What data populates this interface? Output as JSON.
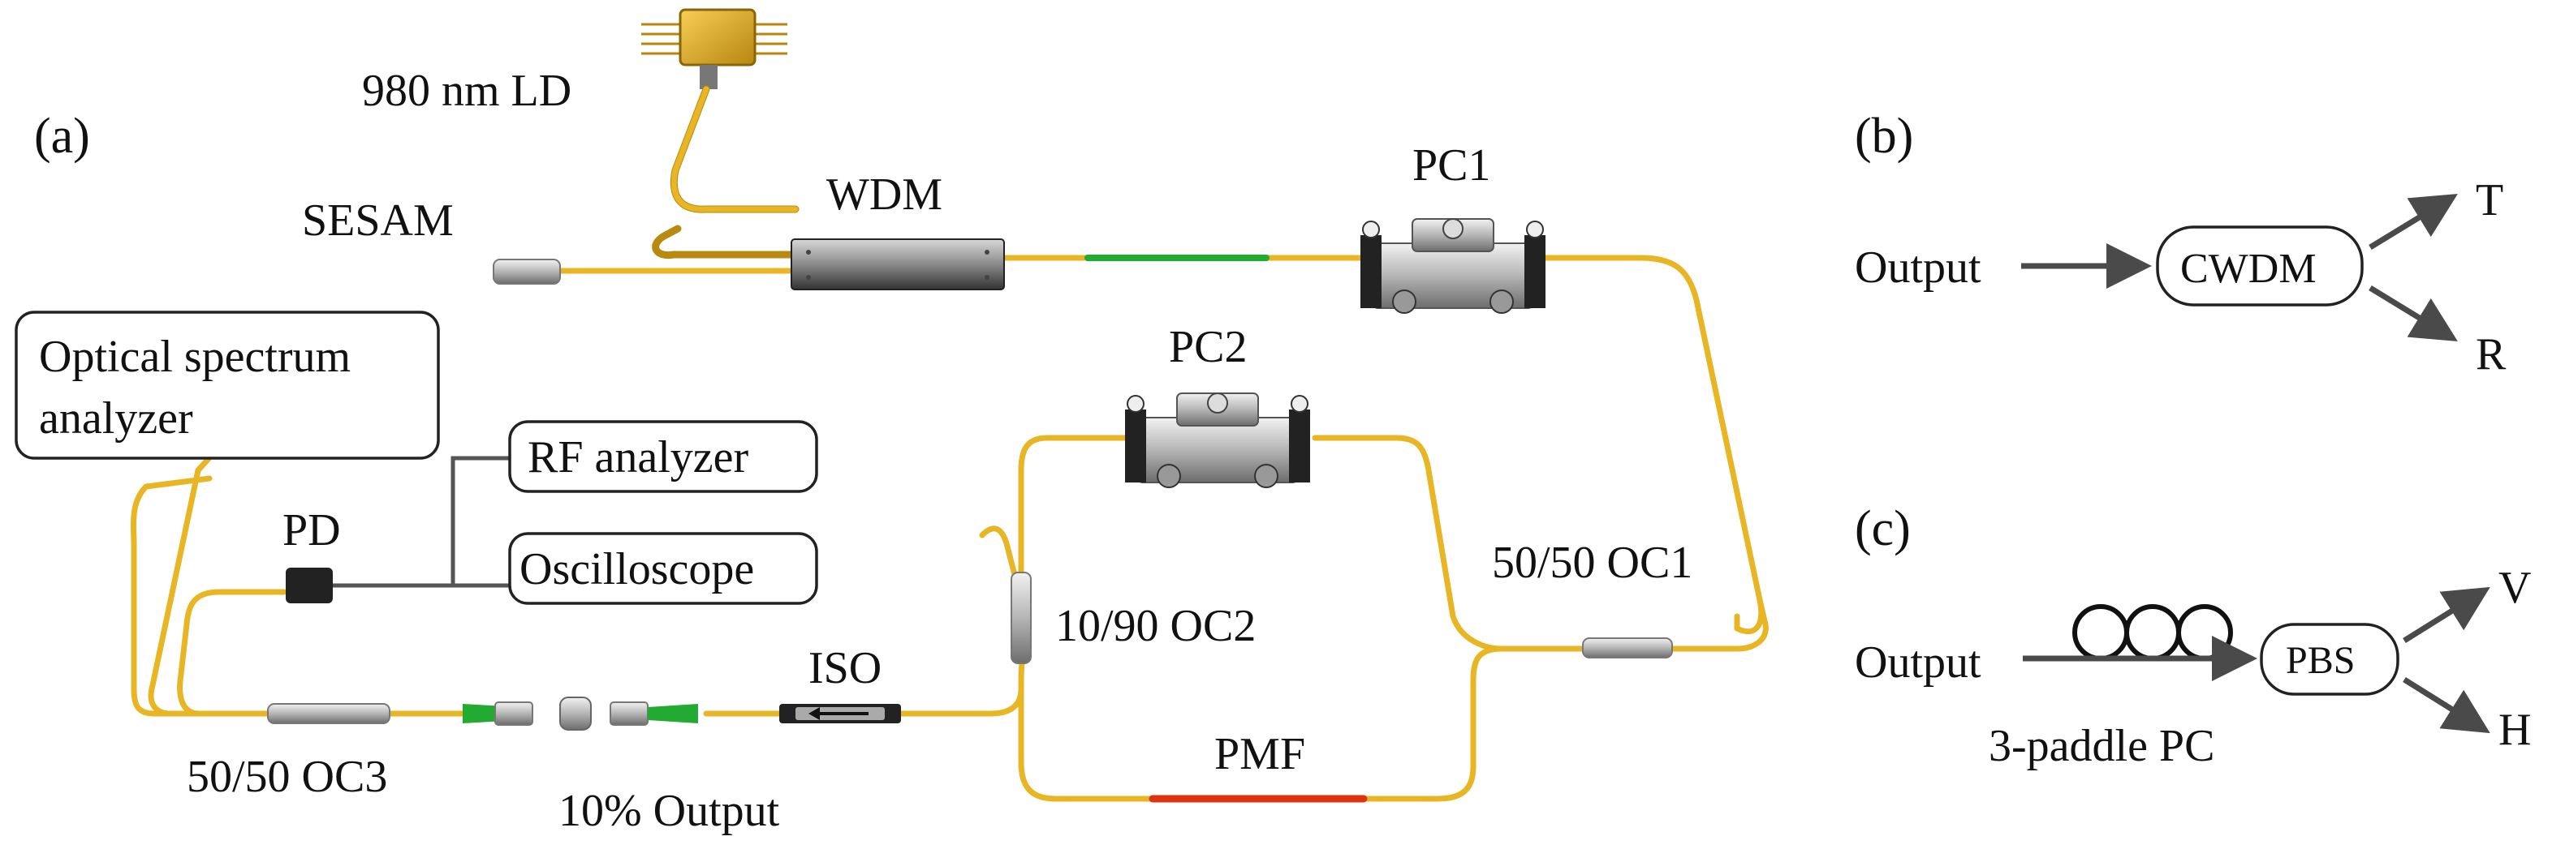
{
  "panel_labels": {
    "a": "(a)",
    "b": "(b)",
    "c": "(c)"
  },
  "components": {
    "laser_diode": "980 nm LD",
    "sesam": "SESAM",
    "wdm": "WDM",
    "pc1": "PC1",
    "pc2": "PC2",
    "oc1": "50/50 OC1",
    "oc2": "10/90 OC2",
    "oc3": "50/50 OC3",
    "isolator": "ISO",
    "pmf": "PMF",
    "pd": "PD",
    "output_10": "10% Output"
  },
  "instruments": {
    "osa_line1": "Optical spectrum",
    "osa_line2": "analyzer",
    "rf": "RF analyzer",
    "scope": "Oscilloscope"
  },
  "panel_b": {
    "input": "Output",
    "device": "CWDM",
    "out1": "T",
    "out2": "R"
  },
  "panel_c": {
    "input": "Output",
    "paddle_label": "3-paddle PC",
    "device": "PBS",
    "out1": "V",
    "out2": "H"
  },
  "colors": {
    "fiber": "#e8b624",
    "wdm_fiber": "#22aa33",
    "pmf": "#dd3311",
    "arrow": "#4a4a4a"
  }
}
